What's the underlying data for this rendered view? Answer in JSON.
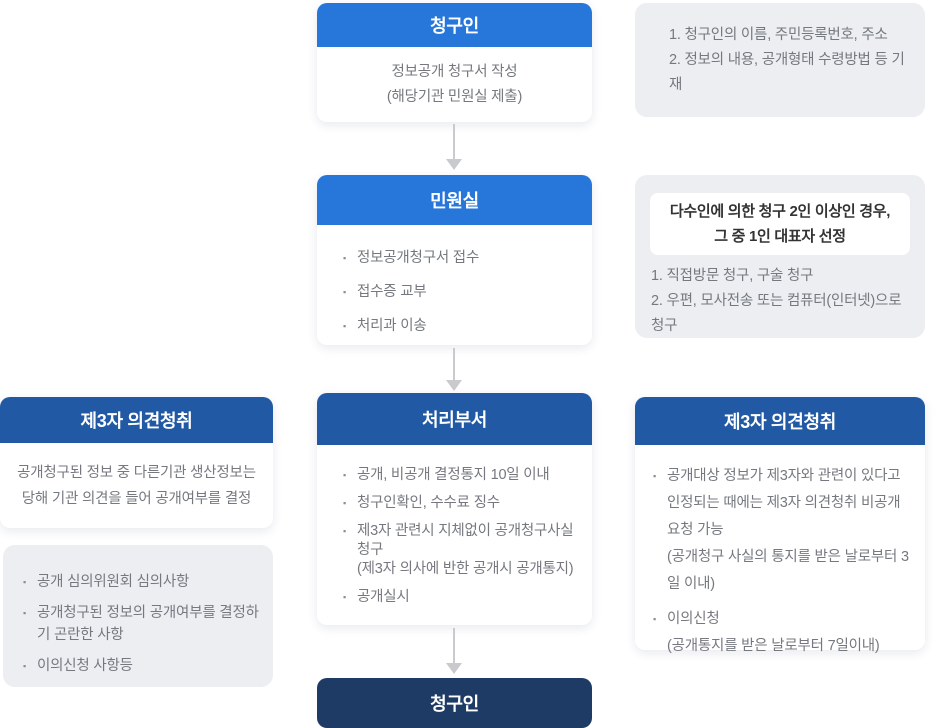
{
  "ui": {
    "bullet_char": "▪",
    "colors": {
      "bright_blue_header": "#2776D9",
      "dark_blue_header": "#2159A4",
      "navy_end_box": "#1D3B64",
      "note_panel_gray": "#ECEEF2",
      "body_text": "#75797F",
      "highlight_text": "#333333",
      "arrow_gray": "#C8CACE"
    }
  },
  "flow": {
    "requester_top": {
      "title": "청구인",
      "line1": "정보공개 청구서 작성",
      "line2": "(해당기관 민원실 제출)"
    },
    "civil_office": {
      "title": "민원실",
      "bullets": [
        "정보공개청구서 접수",
        "접수증 교부",
        "처리과 이송"
      ]
    },
    "processing_dept": {
      "title": "처리부서",
      "bullets": [
        {
          "text": "공개, 비공개 결정통지 10일 이내"
        },
        {
          "text": "청구인확인, 수수료 징수"
        },
        {
          "text": "제3자 관련시 지체없이 공개청구사실 청구",
          "sub": "(제3자 의사에 반한 공개시 공개통지)"
        },
        {
          "text": "공개실시"
        }
      ]
    },
    "requester_bottom": {
      "title": "청구인"
    }
  },
  "left_panel": {
    "third_party_left": {
      "title": "제3자 의견청취",
      "body_line1": "공개청구된 정보 중 다른기관 생산정보는",
      "body_line2": "당해 기관 의견을 들어 공개여부를 결정"
    },
    "review_notes": {
      "bullets": [
        "공개 심의위원회 심의사항",
        "공개청구된 정보의 공개여부를 결정하기 곤란한 사항",
        "이의신청 사항등"
      ]
    }
  },
  "right_panel": {
    "request_form_note": {
      "items": [
        "1. 청구인의 이름, 주민등록번호, 주소",
        "2. 정보의 내용, 공개형태 수령방법 등 기재"
      ]
    },
    "multi_requester_note": {
      "highlight_line1": "다수인에 의한 청구 2인 이상인 경우,",
      "highlight_line2": "그 중 1인 대표자 선정",
      "items": [
        "1. 직접방문 청구, 구술 청구",
        "2. 우편, 모사전송 또는 컴퓨터(인터넷)으로 청구"
      ]
    },
    "third_party_right": {
      "title": "제3자 의견청취",
      "bullets": [
        {
          "text": "공개대상 정보가 제3자와 관련이 있다고 인정되는 때에는 제3자 의견청취 비공개 요청 가능",
          "sub": "(공개청구 사실의 통지를 받은 날로부터 3일 이내)"
        },
        {
          "text": "이의신청",
          "sub": "(공개통지를 받은 날로부터 7일이내)"
        }
      ]
    }
  }
}
